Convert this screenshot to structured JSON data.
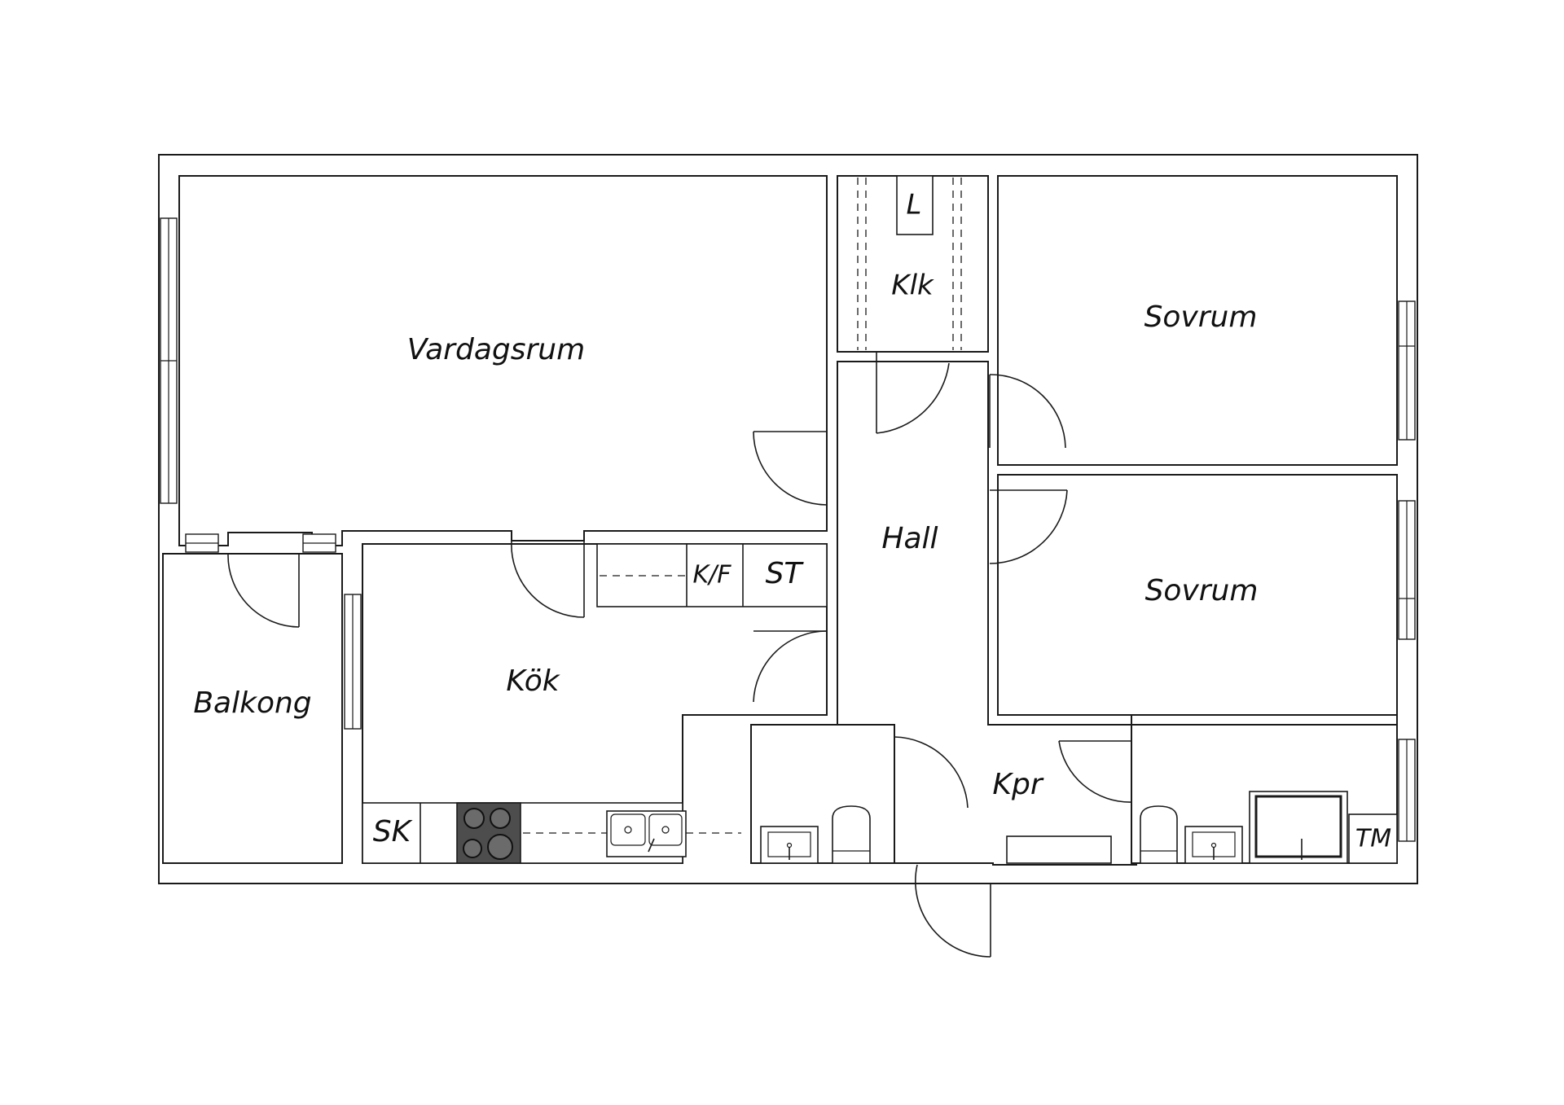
{
  "rooms": {
    "living_room": "Vardagsrum",
    "closet": "Klk",
    "closet_shelf": "L",
    "bedroom_1": "Sovrum",
    "bedroom_2": "Sovrum",
    "hall": "Hall",
    "kitchen": "Kök",
    "balcony": "Balkong",
    "corridor": "Kpr"
  },
  "fixtures": {
    "fridge_freezer": "K/F",
    "storage_cabinet": "ST",
    "broom_closet": "SK",
    "washing_machine": "TM"
  },
  "colors": {
    "line": "#1a1a1a",
    "background": "#ffffff",
    "stove": "#4d4d4d"
  }
}
